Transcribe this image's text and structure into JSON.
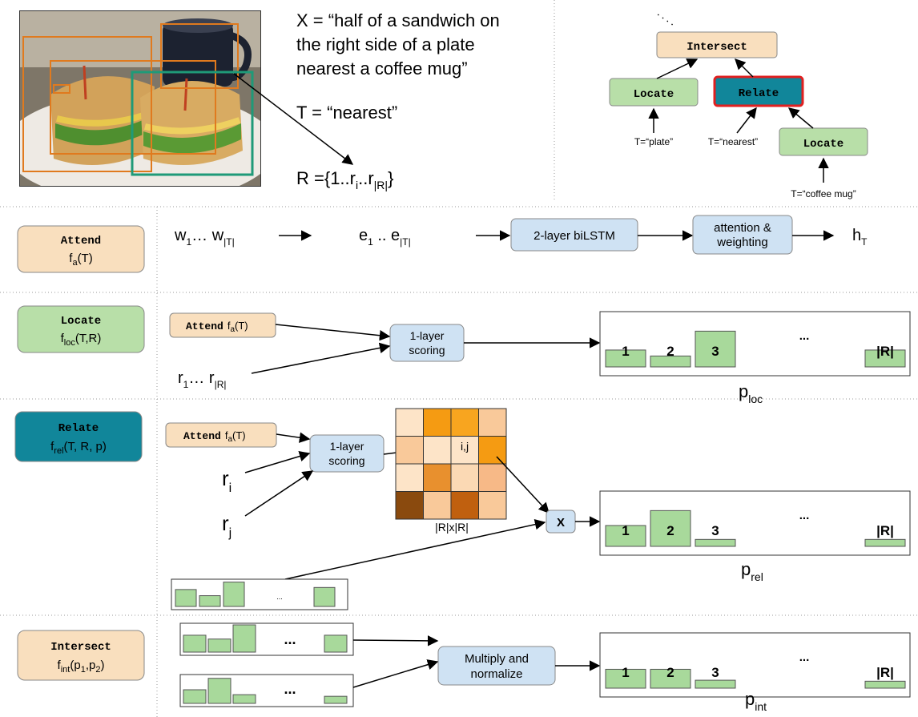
{
  "top": {
    "query_line1": "X = “half of a sandwich on",
    "query_line2": "the right side of a plate",
    "query_line3": "nearest a coffee mug”",
    "t_text": "T = “nearest”",
    "r_main": "R ={1..r",
    "r_sub_i": "i",
    "r_mid": "..r",
    "r_sub_R": "|R|",
    "r_close": "}"
  },
  "tree": {
    "intersect": "Intersect",
    "locate_left": "Locate",
    "relate": "Relate",
    "locate_right": "Locate",
    "t_plate": "T=“plate”",
    "t_nearest": "T=“nearest”",
    "t_mug": "T=“coffee mug”"
  },
  "attend": {
    "title": "Attend",
    "f": "f",
    "f_sub": "a",
    "f_args": "(T)",
    "w_main": "w",
    "w_sub1": "1",
    "w_mid": "… w",
    "w_sub2": "|T|",
    "e_main": "e",
    "e_sub1": "1",
    "e_mid": " .. e",
    "e_sub2": "|T|",
    "bilstm": "2-layer biLSTM",
    "attn_line1": "attention &",
    "attn_line2": "weighting",
    "h": "h",
    "h_sub": "T"
  },
  "locate": {
    "title": "Locate",
    "f": "f",
    "f_sub": "loc",
    "f_args": "(T,R)",
    "attend_label": "Attend",
    "attend_f": "f",
    "attend_sub": "a",
    "attend_args": "(T)",
    "r_main": "r",
    "r_sub1": "1",
    "r_mid": "… r",
    "r_sub2": "|R|",
    "scoring_line1": "1-layer",
    "scoring_line2": "scoring",
    "bars": [
      "1",
      "2",
      "3",
      "|R|"
    ],
    "dots": "...",
    "p": "p",
    "p_sub": "loc",
    "bar_values": [
      0.34,
      0.22,
      0.72,
      0.34
    ]
  },
  "relate": {
    "title": "Relate",
    "f": "f",
    "f_sub": "rel",
    "f_args": "(T, R, p)",
    "attend_label": "Attend",
    "attend_f": "f",
    "attend_sub": "a",
    "attend_args": "(T)",
    "ri": "r",
    "ri_sub": "i",
    "rj": "r",
    "rj_sub": "j",
    "scoring_line1": "1-layer",
    "scoring_line2": "scoring",
    "cell_label": "i,j",
    "matrix_label": "|R|x|R|",
    "multiply": "X",
    "bars": [
      "1",
      "2",
      "3",
      "|R|"
    ],
    "dots": "...",
    "p": "p",
    "p_sub": "rel",
    "input_dots": "...",
    "bar_values": [
      0.42,
      0.72,
      0.14,
      0.14
    ],
    "input_bar_values": [
      0.66,
      0.42,
      0.95,
      0.0,
      0.74
    ],
    "matrix_colors": [
      [
        "#fde4c8",
        "#f59b12",
        "#f8a51f",
        "#f9c99a"
      ],
      [
        "#f9c99a",
        "#fde4c8",
        "#fde4c8",
        "#f59b12"
      ],
      [
        "#fde4c8",
        "#e8902e",
        "#fbd9b4",
        "#f7b987"
      ],
      [
        "#8a4a0e",
        "#f9c99a",
        "#c0600f",
        "#f9c99a"
      ]
    ]
  },
  "intersect": {
    "title": "Intersect",
    "f": "f",
    "f_sub": "int",
    "f_args_a": "(p",
    "f_sub1": "1",
    "f_args_b": ",p",
    "f_sub2": "2",
    "f_args_c": ")",
    "dots1": "...",
    "dots2": "...",
    "multiply_line1": "Multiply and",
    "multiply_line2": "normalize",
    "bars": [
      "1",
      "2",
      "3",
      "|R|"
    ],
    "dots": "...",
    "p": "p",
    "p_sub": "int",
    "bar_values": [
      0.38,
      0.38,
      0.16,
      0.14
    ],
    "input1_bar_values": [
      0.62,
      0.48,
      1.0,
      0.62
    ],
    "input2_bar_values": [
      0.5,
      0.92,
      0.32,
      0.26
    ]
  },
  "colors": {
    "tan": "#f9dfbe",
    "green": "#b8dfa8",
    "teal": "#11869a",
    "blue": "#cfe2f3",
    "bar": "#a8d99b",
    "red": "#e02020"
  }
}
